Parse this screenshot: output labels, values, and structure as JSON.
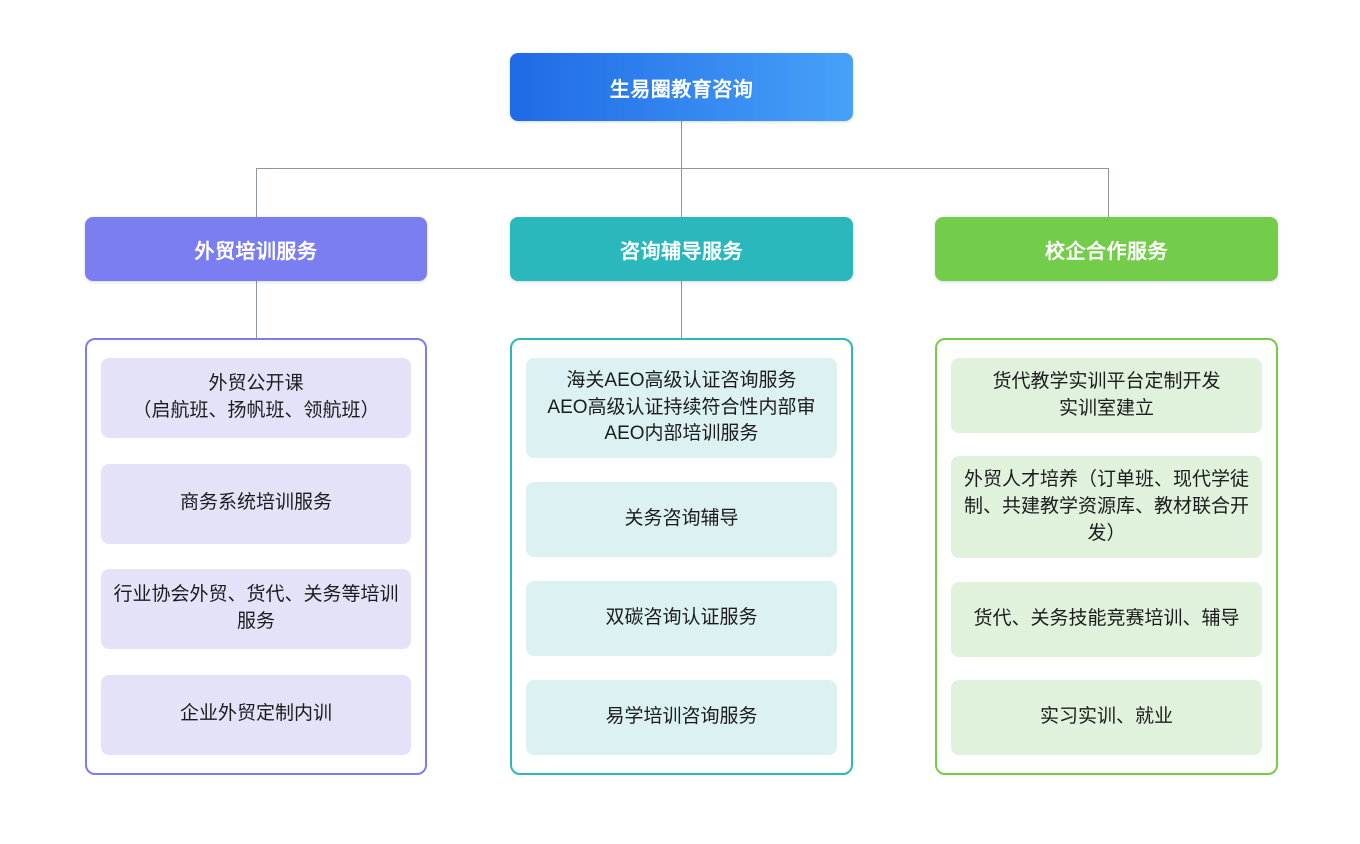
{
  "root": {
    "label": "生易圈教育咨询",
    "gradient_start": "#1f6ae6",
    "gradient_end": "#47a1f8"
  },
  "connector_color": "#8e97a0",
  "branches": [
    {
      "label": "外贸培训服务",
      "color": "#7b7ef1",
      "item_bg": "#e4e2f8",
      "items": [
        "外贸公开课\n（启航班、扬帆班、领航班）",
        "商务系统培训服务",
        "行业协会外贸、货代、关务等培训服务",
        "企业外贸定制内训"
      ]
    },
    {
      "label": "咨询辅导服务",
      "color": "#2ab8bd",
      "item_bg": "#dcf1f2",
      "items": [
        "海关AEO高级认证咨询服务\nAEO高级认证持续符合性内部审\nAEO内部培训服务",
        "关务咨询辅导",
        "双碳咨询认证服务",
        "易学培训咨询服务"
      ]
    },
    {
      "label": "校企合作服务",
      "color": "#74cd4a",
      "item_bg": "#e0f2dc",
      "items": [
        "货代教学实训平台定制开发\n实训室建立",
        "外贸人才培养（订单班、现代学徒制、共建教学资源库、教材联合开发）",
        "货代、关务技能竞赛培训、辅导",
        "实习实训、就业"
      ]
    }
  ]
}
